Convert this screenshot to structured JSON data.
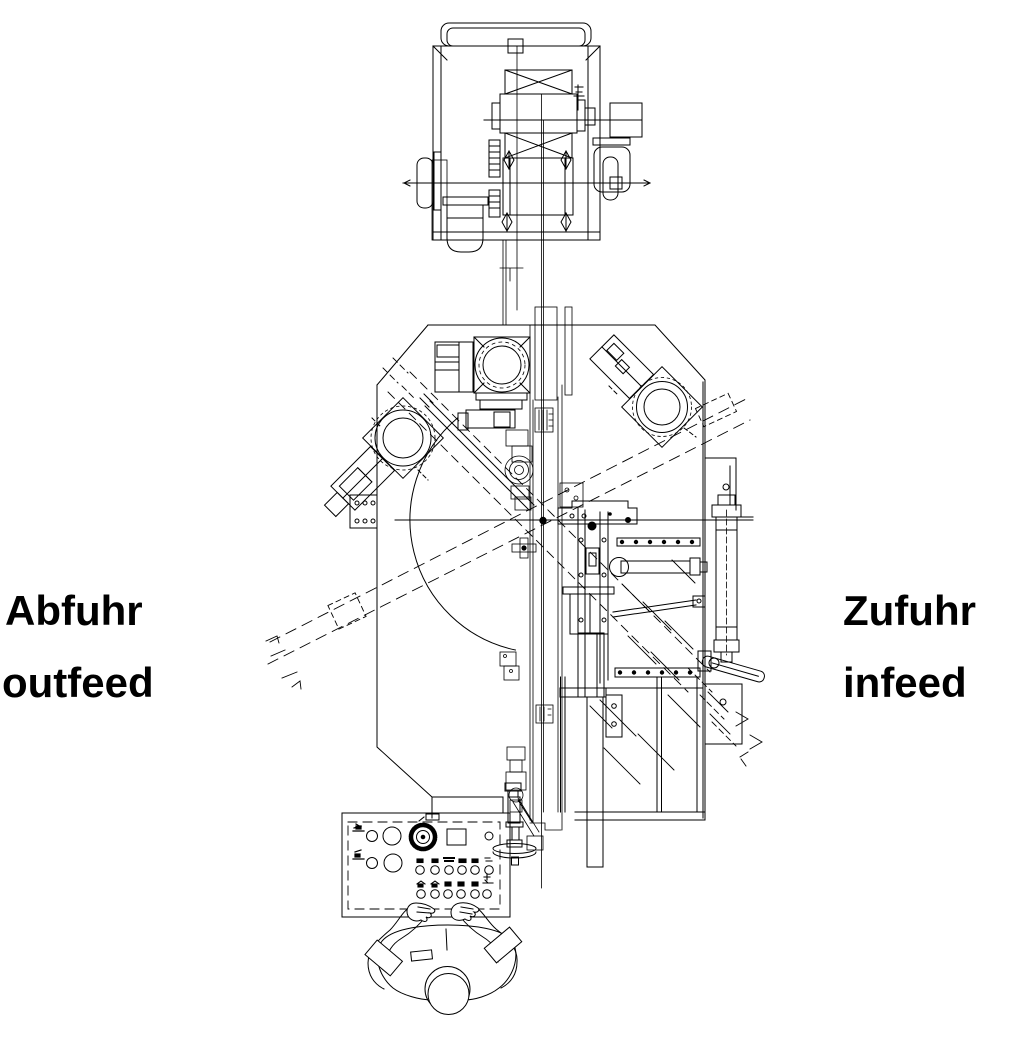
{
  "diagram": {
    "type": "technical-drawing",
    "subject": "machine top view with infeed and outfeed direction labels, control panel and operator",
    "labels": {
      "outfeed_de": "Abfuhr",
      "outfeed_en": "outfeed",
      "infeed_de": "Zufuhr",
      "infeed_en": "infeed"
    },
    "colors": {
      "line": "#000000",
      "background": "#ffffff"
    }
  }
}
